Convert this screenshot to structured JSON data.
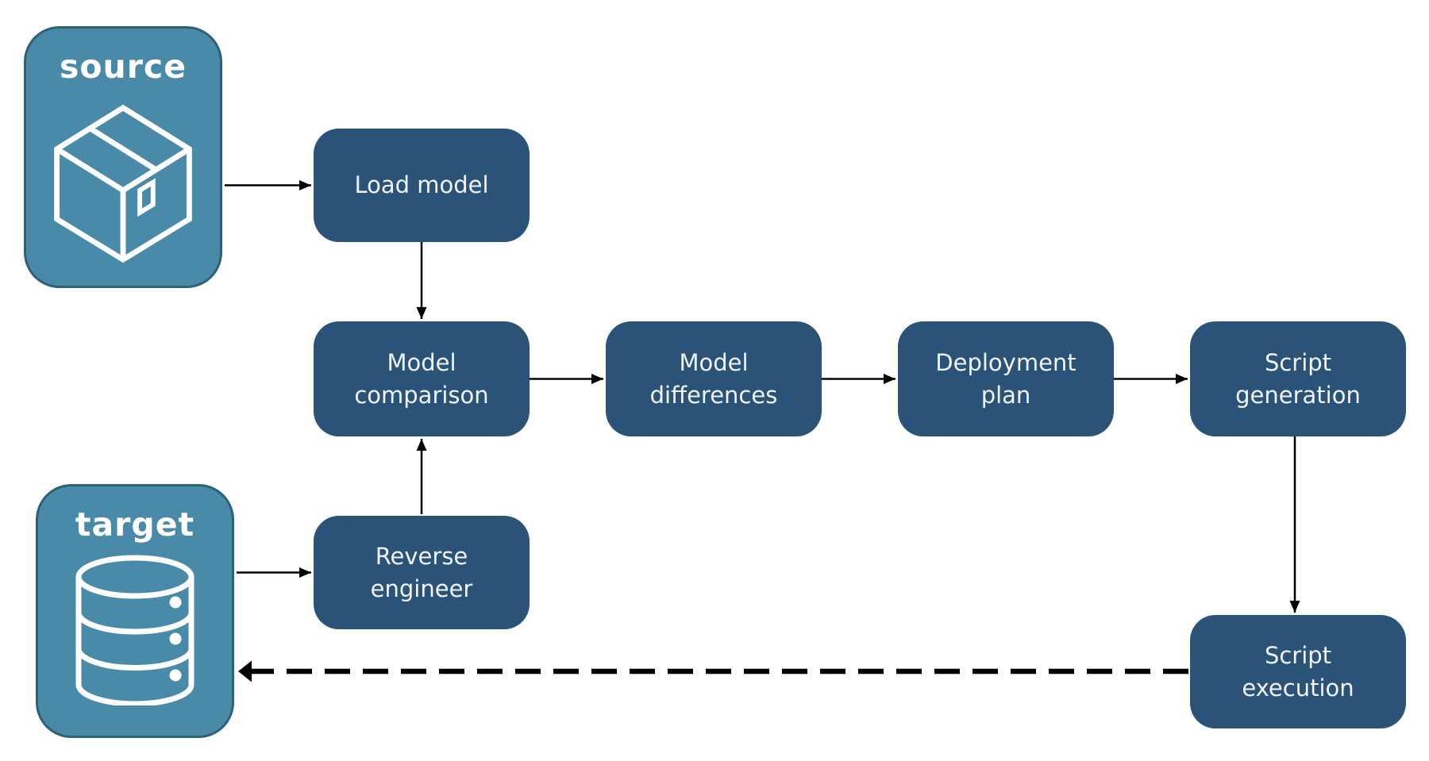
{
  "diagram_title": "",
  "colors": {
    "background": "#ffffff",
    "endpoint_fill": "#4a8aa9",
    "endpoint_border": "#2e6175",
    "endpoint_text": "#ffffff",
    "node_fill": "#2b5377",
    "node_text": "#f0f4f8",
    "arrow": "#000000"
  },
  "endpoints": {
    "source": {
      "label": "source",
      "icon": "package-icon"
    },
    "target": {
      "label": "target",
      "icon": "database-icon"
    }
  },
  "nodes": {
    "load_model": {
      "label": "Load model"
    },
    "model_comparison": {
      "label": "Model comparison"
    },
    "model_differences": {
      "label": "Model differences"
    },
    "deployment_plan": {
      "label": "Deployment plan"
    },
    "script_generation": {
      "label": "Script generation"
    },
    "reverse_engineer": {
      "label": "Reverse engineer"
    },
    "script_execution": {
      "label": "Script execution"
    }
  },
  "edges": [
    {
      "from": "source",
      "to": "load_model",
      "style": "solid"
    },
    {
      "from": "load_model",
      "to": "model_comparison",
      "style": "solid"
    },
    {
      "from": "model_comparison",
      "to": "model_differences",
      "style": "solid"
    },
    {
      "from": "model_differences",
      "to": "deployment_plan",
      "style": "solid"
    },
    {
      "from": "deployment_plan",
      "to": "script_generation",
      "style": "solid"
    },
    {
      "from": "script_generation",
      "to": "script_execution",
      "style": "solid"
    },
    {
      "from": "target",
      "to": "reverse_engineer",
      "style": "solid"
    },
    {
      "from": "reverse_engineer",
      "to": "model_comparison",
      "style": "solid"
    },
    {
      "from": "script_execution",
      "to": "target",
      "style": "dashed"
    }
  ]
}
